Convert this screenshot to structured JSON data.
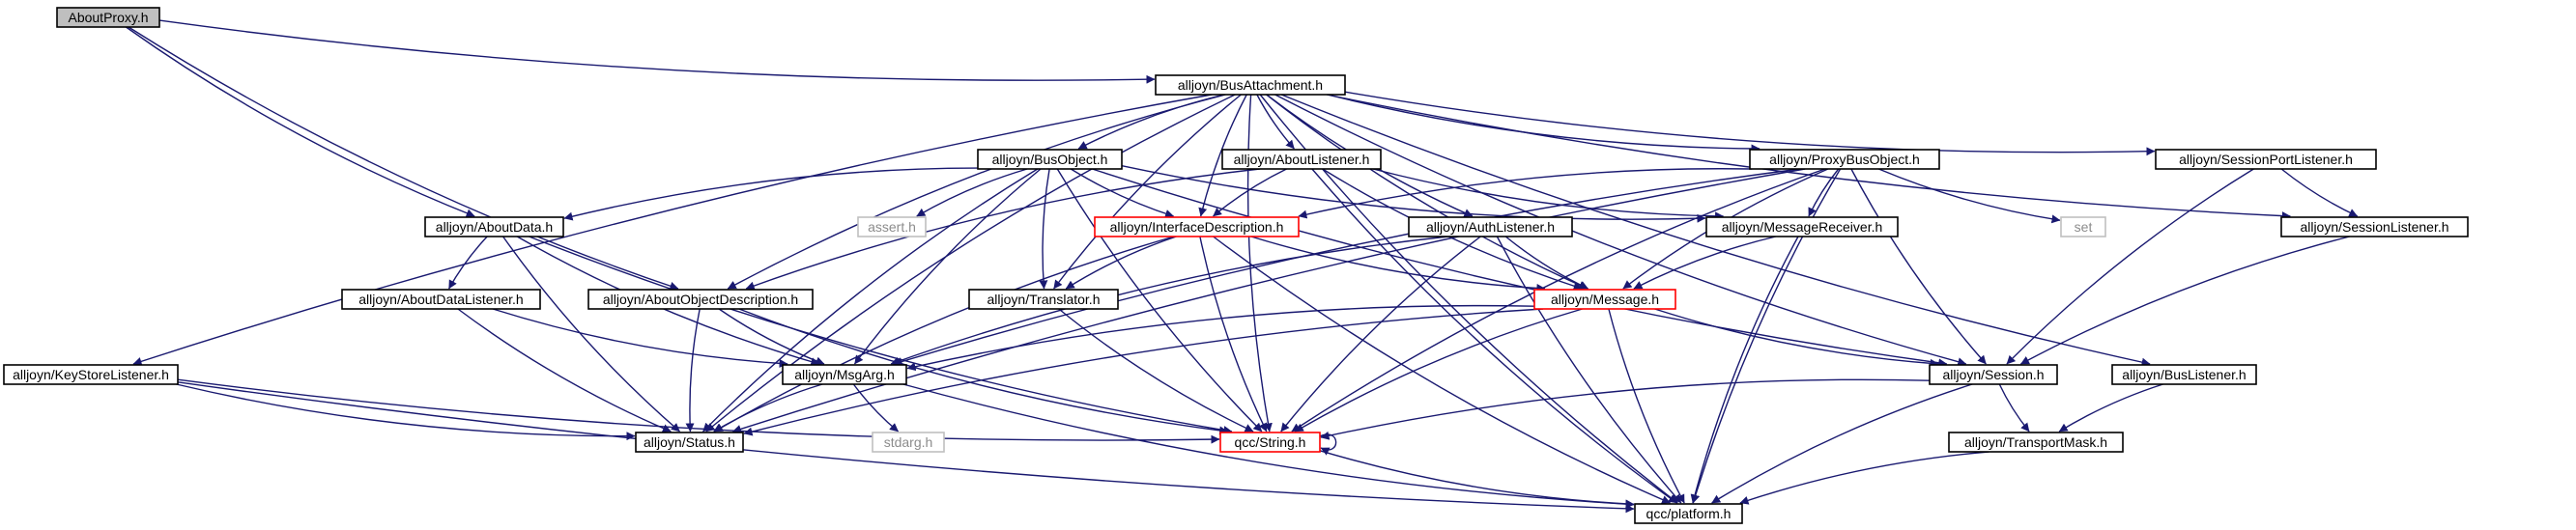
{
  "diagram": {
    "edge_color": "#191970",
    "highlight_color": "#ff0000",
    "root_fill": "#bfbfbf",
    "nodes": [
      {
        "id": "aboutproxy",
        "label": "AboutProxy.h",
        "style": "root"
      },
      {
        "id": "busattachment",
        "label": "alljoyn/BusAttachment.h",
        "style": "normal"
      },
      {
        "id": "busobject",
        "label": "alljoyn/BusObject.h",
        "style": "normal"
      },
      {
        "id": "aboutlistener",
        "label": "alljoyn/AboutListener.h",
        "style": "normal"
      },
      {
        "id": "proxybusobject",
        "label": "alljoyn/ProxyBusObject.h",
        "style": "normal"
      },
      {
        "id": "sessionportlistener",
        "label": "alljoyn/SessionPortListener.h",
        "style": "normal"
      },
      {
        "id": "aboutdata",
        "label": "alljoyn/AboutData.h",
        "style": "normal"
      },
      {
        "id": "assert",
        "label": "assert.h",
        "style": "faded"
      },
      {
        "id": "interfacedescription",
        "label": "alljoyn/InterfaceDescription.h",
        "style": "red"
      },
      {
        "id": "authlistener",
        "label": "alljoyn/AuthListener.h",
        "style": "normal"
      },
      {
        "id": "messagereceiver",
        "label": "alljoyn/MessageReceiver.h",
        "style": "normal"
      },
      {
        "id": "set",
        "label": "set",
        "style": "faded"
      },
      {
        "id": "sessionlistener",
        "label": "alljoyn/SessionListener.h",
        "style": "normal"
      },
      {
        "id": "aboutdatalistener",
        "label": "alljoyn/AboutDataListener.h",
        "style": "normal"
      },
      {
        "id": "aboutobjectdescription",
        "label": "alljoyn/AboutObjectDescription.h",
        "style": "normal"
      },
      {
        "id": "translator",
        "label": "alljoyn/Translator.h",
        "style": "normal"
      },
      {
        "id": "message",
        "label": "alljoyn/Message.h",
        "style": "red"
      },
      {
        "id": "keystorelistener",
        "label": "alljoyn/KeyStoreListener.h",
        "style": "normal"
      },
      {
        "id": "msgarg",
        "label": "alljoyn/MsgArg.h",
        "style": "normal"
      },
      {
        "id": "session",
        "label": "alljoyn/Session.h",
        "style": "normal"
      },
      {
        "id": "buslistener",
        "label": "alljoyn/BusListener.h",
        "style": "normal"
      },
      {
        "id": "status",
        "label": "alljoyn/Status.h",
        "style": "normal"
      },
      {
        "id": "stdarg",
        "label": "stdarg.h",
        "style": "faded"
      },
      {
        "id": "qccstring",
        "label": "qcc/String.h",
        "style": "red"
      },
      {
        "id": "transportmask",
        "label": "alljoyn/TransportMask.h",
        "style": "normal"
      },
      {
        "id": "platform",
        "label": "qcc/platform.h",
        "style": "normal"
      }
    ],
    "edges": [
      [
        "aboutproxy",
        "busattachment"
      ],
      [
        "aboutproxy",
        "aboutdata"
      ],
      [
        "aboutproxy",
        "aboutobjectdescription"
      ],
      [
        "busattachment",
        "keystorelistener"
      ],
      [
        "busattachment",
        "status"
      ],
      [
        "busattachment",
        "aboutobjectdescription"
      ],
      [
        "busattachment",
        "translator"
      ],
      [
        "busattachment",
        "qccstring"
      ],
      [
        "busattachment",
        "busobject"
      ],
      [
        "busattachment",
        "interfacedescription"
      ],
      [
        "busattachment",
        "aboutlistener"
      ],
      [
        "busattachment",
        "authlistener"
      ],
      [
        "busattachment",
        "message"
      ],
      [
        "busattachment",
        "proxybusobject"
      ],
      [
        "busattachment",
        "session"
      ],
      [
        "busattachment",
        "sessionportlistener"
      ],
      [
        "busattachment",
        "sessionlistener"
      ],
      [
        "busattachment",
        "buslistener"
      ],
      [
        "busattachment",
        "platform"
      ],
      [
        "busobject",
        "aboutdata"
      ],
      [
        "busobject",
        "assert"
      ],
      [
        "busobject",
        "interfacedescription"
      ],
      [
        "busobject",
        "translator"
      ],
      [
        "busobject",
        "msgarg"
      ],
      [
        "busobject",
        "qccstring"
      ],
      [
        "busobject",
        "messagereceiver"
      ],
      [
        "busobject",
        "session"
      ],
      [
        "busobject",
        "status"
      ],
      [
        "aboutlistener",
        "interfacedescription"
      ],
      [
        "aboutlistener",
        "aboutobjectdescription"
      ],
      [
        "aboutlistener",
        "messagereceiver"
      ],
      [
        "aboutlistener",
        "message"
      ],
      [
        "aboutlistener",
        "platform"
      ],
      [
        "proxybusobject",
        "interfacedescription"
      ],
      [
        "proxybusobject",
        "messagereceiver"
      ],
      [
        "proxybusobject",
        "set"
      ],
      [
        "proxybusobject",
        "message"
      ],
      [
        "proxybusobject",
        "session"
      ],
      [
        "proxybusobject",
        "qccstring"
      ],
      [
        "proxybusobject",
        "msgarg"
      ],
      [
        "proxybusobject",
        "status"
      ],
      [
        "proxybusobject",
        "platform"
      ],
      [
        "sessionportlistener",
        "sessionlistener"
      ],
      [
        "sessionportlistener",
        "session"
      ],
      [
        "sessionlistener",
        "session"
      ],
      [
        "aboutdata",
        "aboutdatalistener"
      ],
      [
        "aboutdata",
        "msgarg"
      ],
      [
        "aboutdata",
        "status"
      ],
      [
        "aboutdata",
        "qccstring"
      ],
      [
        "aboutdatalistener",
        "msgarg"
      ],
      [
        "aboutdatalistener",
        "status"
      ],
      [
        "aboutobjectdescription",
        "msgarg"
      ],
      [
        "aboutobjectdescription",
        "status"
      ],
      [
        "aboutobjectdescription",
        "qccstring"
      ],
      [
        "interfacedescription",
        "translator"
      ],
      [
        "interfacedescription",
        "message"
      ],
      [
        "interfacedescription",
        "status"
      ],
      [
        "interfacedescription",
        "qccstring"
      ],
      [
        "interfacedescription",
        "platform"
      ],
      [
        "authlistener",
        "message"
      ],
      [
        "authlistener",
        "msgarg"
      ],
      [
        "authlistener",
        "qccstring"
      ],
      [
        "authlistener",
        "platform"
      ],
      [
        "messagereceiver",
        "message"
      ],
      [
        "messagereceiver",
        "platform"
      ],
      [
        "translator",
        "qccstring"
      ],
      [
        "message",
        "msgarg"
      ],
      [
        "message",
        "session"
      ],
      [
        "message",
        "status"
      ],
      [
        "message",
        "qccstring"
      ],
      [
        "message",
        "platform"
      ],
      [
        "keystorelistener",
        "status"
      ],
      [
        "keystorelistener",
        "qccstring"
      ],
      [
        "keystorelistener",
        "platform"
      ],
      [
        "msgarg",
        "status"
      ],
      [
        "msgarg",
        "stdarg"
      ],
      [
        "msgarg",
        "platform"
      ],
      [
        "session",
        "transportmask"
      ],
      [
        "session",
        "qccstring"
      ],
      [
        "session",
        "platform"
      ],
      [
        "buslistener",
        "transportmask"
      ],
      [
        "transportmask",
        "platform"
      ],
      [
        "qccstring",
        "qccstring"
      ],
      [
        "qccstring",
        "platform"
      ]
    ]
  }
}
